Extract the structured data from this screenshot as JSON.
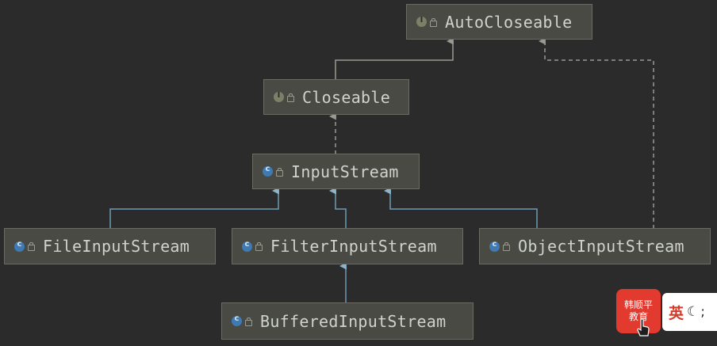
{
  "diagram": {
    "nodes": {
      "autocloseable": {
        "label": "AutoCloseable",
        "kind": "interface"
      },
      "closeable": {
        "label": "Closeable",
        "kind": "interface"
      },
      "inputstream": {
        "label": "InputStream",
        "kind": "class"
      },
      "fileinputstream": {
        "label": "FileInputStream",
        "kind": "class"
      },
      "filterinputstream": {
        "label": "FilterInputStream",
        "kind": "class"
      },
      "objectinputstream": {
        "label": "ObjectInputStream",
        "kind": "class"
      },
      "bufferedinputstream": {
        "label": "BufferedInputStream",
        "kind": "class"
      }
    },
    "edges": [
      {
        "from": "closeable",
        "to": "autocloseable",
        "type": "extends"
      },
      {
        "from": "inputstream",
        "to": "closeable",
        "type": "implements"
      },
      {
        "from": "objectinputstream",
        "to": "autocloseable",
        "type": "implements"
      },
      {
        "from": "fileinputstream",
        "to": "inputstream",
        "type": "extends"
      },
      {
        "from": "filterinputstream",
        "to": "inputstream",
        "type": "extends"
      },
      {
        "from": "objectinputstream",
        "to": "inputstream",
        "type": "extends"
      },
      {
        "from": "bufferedinputstream",
        "to": "filterinputstream",
        "type": "extends"
      }
    ],
    "colors": {
      "background": "#2b2b2b",
      "node_fill": "#4a4a45",
      "interface_edge": "#9a9a92",
      "class_edge": "#6e9bb5"
    }
  },
  "overlay": {
    "logo_line1": "韩顺平",
    "logo_line2": "教育",
    "lang_label": "英",
    "moon_icon": "☾",
    "punct": ";"
  }
}
